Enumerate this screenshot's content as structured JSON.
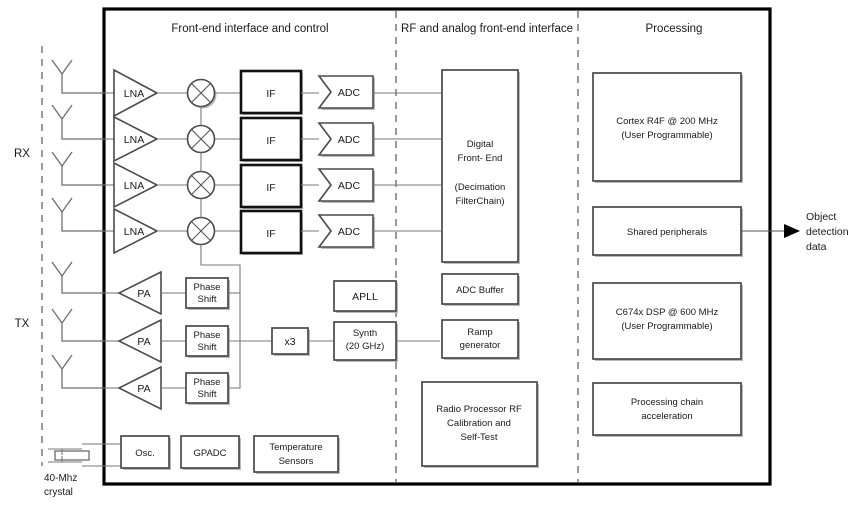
{
  "diagram": {
    "title_sections": [
      {
        "id": "front-end",
        "label": "Front-end interface and control"
      },
      {
        "id": "rf-analog",
        "label": "RF and analog front-end interface"
      },
      {
        "id": "processing",
        "label": "Processing"
      }
    ],
    "side_labels": [
      {
        "id": "rx",
        "label": "RX"
      },
      {
        "id": "tx",
        "label": "TX"
      }
    ],
    "rx_chain": {
      "lna_label": "LNA",
      "if_label": "IF",
      "adc_label": "ADC",
      "rows": 4
    },
    "tx_chain": {
      "pa_label": "PA",
      "phase_shift_line1": "Phase",
      "phase_shift_line2": "Shift",
      "rows": 3
    },
    "blocks": {
      "digital_front_end": {
        "line1": "Digital",
        "line2": "Front- End",
        "line3": "(Decimation",
        "line4": "FilterChain)"
      },
      "adc_buffer": {
        "label": "ADC Buffer"
      },
      "ramp_generator": {
        "line1": "Ramp",
        "line2": "generator"
      },
      "radio_processor": {
        "line1": "Radio Processor RF",
        "line2": "Calibration and",
        "line3": "Self-Test"
      },
      "apll": {
        "label": "APLL"
      },
      "synth": {
        "line1": "Synth",
        "line2": "(20 GHz)"
      },
      "multiplier": {
        "label": "x3"
      },
      "osc": {
        "label": "Osc."
      },
      "gpadc": {
        "label": "GPADC"
      },
      "temperature_sensors": {
        "line1": "Temperature",
        "line2": "Sensors"
      },
      "cortex": {
        "line1": "Cortex R4F @ 200 MHz",
        "line2": "(User Programmable)"
      },
      "shared_peripherals": {
        "label": "Shared peripherals"
      },
      "dsp": {
        "line1": "C674x DSP @ 600 MHz",
        "line2": "(User Programmable)"
      },
      "proc_chain_accel": {
        "line1": "Processing chain",
        "line2": "acceleration"
      }
    },
    "crystal": {
      "line1": "40-Mhz",
      "line2": "crystal"
    },
    "output": {
      "line1": "Object",
      "line2": "detection",
      "line3": "data"
    },
    "colors": {
      "background": "#ffffff",
      "frame": "#000000",
      "wire": "#7a7a7a",
      "box_stroke": "#4a4a4a",
      "text": "#1a1a1a",
      "divider": "#6f6f6f"
    }
  }
}
